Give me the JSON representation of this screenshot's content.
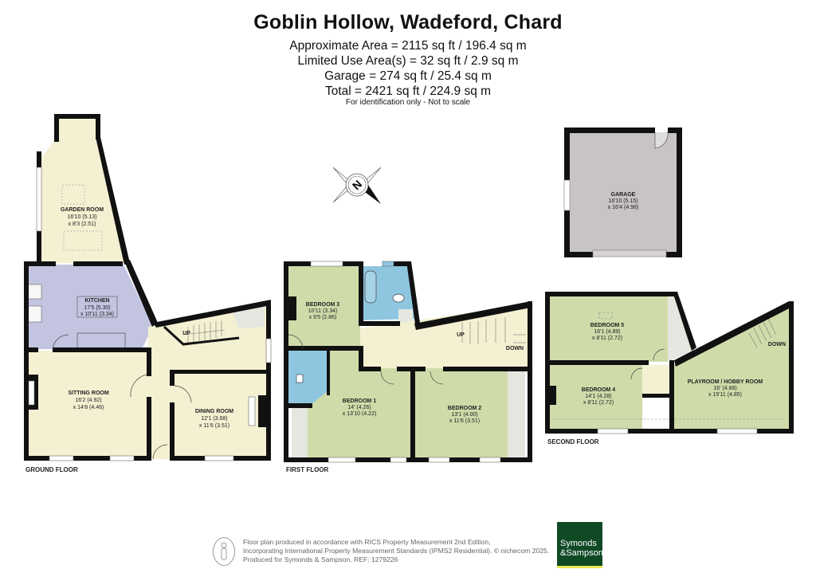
{
  "header": {
    "title": "Goblin Hollow, Wadeford, Chard",
    "areas": [
      "Approximate Area = 2115 sq ft / 196.4 sq m",
      "Limited Use Area(s) = 32 sq ft / 2.9 sq m",
      "Garage = 274 sq ft / 25.4 sq m",
      "Total = 2421 sq ft / 224.9 sq m"
    ],
    "note": "For identification only - Not to scale"
  },
  "compass": {
    "label": "N"
  },
  "floors": {
    "ground": {
      "label": "GROUND FLOOR",
      "rooms": [
        {
          "name": "GARDEN ROOM",
          "dim1": "16'10 (5.13)",
          "dim2": "x 8'3 (2.51)"
        },
        {
          "name": "KITCHEN",
          "dim1": "17'5 (5.30)",
          "dim2": "x 10'11 (3.34)"
        },
        {
          "name": "SITTING ROOM",
          "dim1": "16'2 (4.92)",
          "dim2": "x 14'8 (4.46)"
        },
        {
          "name": "DINING ROOM",
          "dim1": "12'1 (3.68)",
          "dim2": "x 11'6 (3.51)"
        }
      ],
      "stairs_label": "UP"
    },
    "first": {
      "label": "FIRST FLOOR",
      "rooms": [
        {
          "name": "BEDROOM 3",
          "dim1": "10'11 (3.34)",
          "dim2": "x 9'5 (2.86)"
        },
        {
          "name": "BEDROOM 1",
          "dim1": "14' (4.26)",
          "dim2": "x 13'10 (4.22)"
        },
        {
          "name": "BEDROOM 2",
          "dim1": "13'1 (4.00)",
          "dim2": "x 11'6 (3.51)"
        }
      ],
      "stairs_up": "UP",
      "stairs_down": "DOWN"
    },
    "second": {
      "label": "SECOND FLOOR",
      "rooms": [
        {
          "name": "BEDROOM 5",
          "dim1": "16'1 (4.89)",
          "dim2": "x 8'11 (2.72)"
        },
        {
          "name": "BEDROOM 4",
          "dim1": "14'1 (4.28)",
          "dim2": "x 8'11 (2.72)"
        },
        {
          "name": "PLAYROOM / HOBBY ROOM",
          "dim1": "16' (4.88)",
          "dim2": "x 15'11 (4.85)"
        }
      ],
      "stairs_down": "DOWN"
    },
    "garage": {
      "rooms": [
        {
          "name": "GARAGE",
          "dim1": "16'10 (5.15)",
          "dim2": "x 16'4 (4.98)"
        }
      ]
    }
  },
  "footer": {
    "lines": [
      "Floor plan produced in accordance with RICS Property Measurement 2nd Edition,",
      "Incorporating International Property Measurement Standards (IPMS2 Residential).   © nichecom 2025.",
      "Produced for Symonds & Sampson.   REF:  1279226"
    ],
    "logo_line1": "Symonds",
    "logo_line2": "&Sampson"
  },
  "colors": {
    "wall": "#111111",
    "cream": "#f4f0d2",
    "kitchen": "#c3c4e0",
    "bedroom": "#cfdcaa",
    "bathroom": "#8ec6e0",
    "garage": "#c7c3c6",
    "limited": "#e6e6e0",
    "logo": "#0f4a25"
  }
}
